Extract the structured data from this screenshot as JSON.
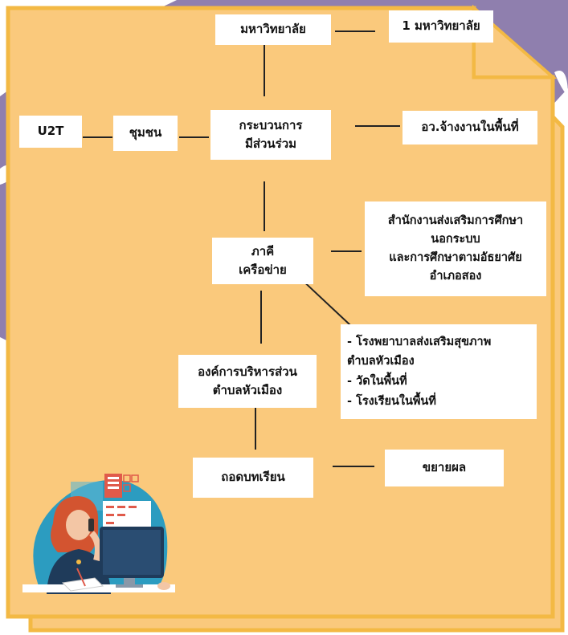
{
  "colors": {
    "purple_bg": "#8f7fae",
    "paper": "#fac97c",
    "paper_border": "#f3b944",
    "node_bg": "#ffffff",
    "connector": "#222222"
  },
  "nodes": {
    "university": {
      "lines": [
        "มหาวิทยาลัย"
      ]
    },
    "one_university": {
      "lines": [
        "1 มหาวิทยาลัย"
      ]
    },
    "u2t": {
      "lines": [
        "U2T"
      ]
    },
    "community": {
      "lines": [
        "ชุมชน"
      ]
    },
    "participation": {
      "lines": [
        "กระบวนการ",
        "มีส่วนร่วม"
      ]
    },
    "hiring": {
      "lines": [
        "อว.จ้างงานในพื้นที่"
      ]
    },
    "network": {
      "lines": [
        "ภาคี",
        "เครือข่าย"
      ]
    },
    "nfe_office": {
      "lines": [
        "สำนักงานส่งเสริมการศึกษา",
        "นอกระบบ",
        "และการศึกษาตามอัธยาศัย",
        "อำเภอสอง"
      ]
    },
    "local_partners": {
      "lines": [
        "- โรงพยาบาลส่งเสริมสุขภาพ",
        "ตำบลหัวเมือง",
        "- วัดในพื้นที่",
        "- โรงเรียนในพื้นที่"
      ]
    },
    "sao": {
      "lines": [
        "องค์การบริหารส่วน",
        "ตำบลหัวเมือง"
      ]
    },
    "lessons": {
      "lines": [
        "ถอดบทเรียน"
      ]
    },
    "expand": {
      "lines": [
        "ขยายผล"
      ]
    }
  },
  "illustration": {
    "icon": "woman-on-phone-at-computer"
  }
}
